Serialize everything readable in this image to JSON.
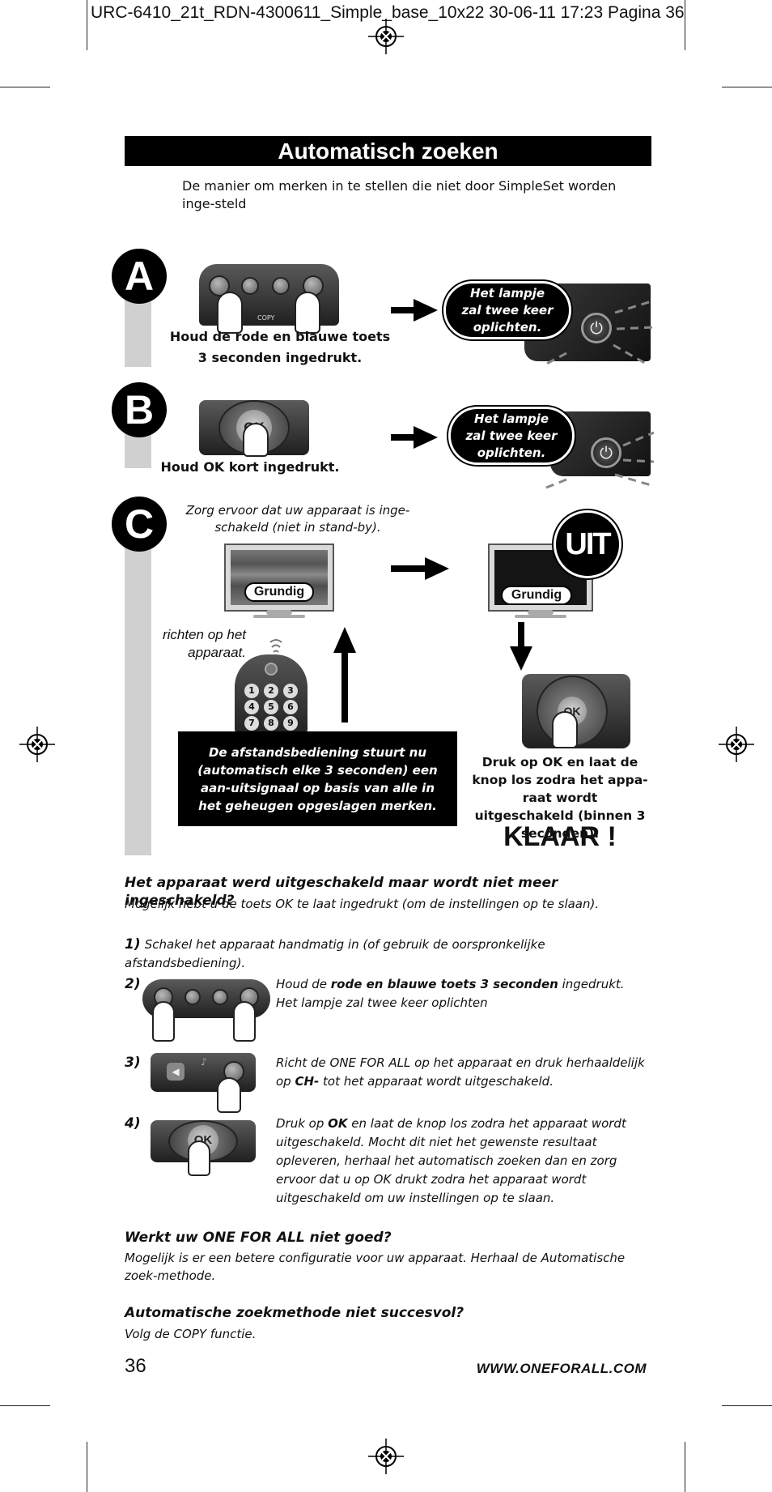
{
  "print_header": "URC-6410_21t_RDN-4300611_Simple_base_10x22  30-06-11  17:23  Pagina 36",
  "title": "Automatisch zoeken",
  "intro": "De manier om merken in te stellen die niet door SimpleSet worden inge-steld",
  "steps": {
    "a": {
      "letter": "A",
      "button_label": "COPY",
      "caption": "Houd de rode en blauwe toets 3 seconden ingedrukt.",
      "bubble": "Het lampje zal twee keer oplichten."
    },
    "b": {
      "letter": "B",
      "ok_label": "OK",
      "caption": "Houd OK kort ingedrukt.",
      "bubble": "Het lampje zal twee keer oplichten."
    },
    "c": {
      "letter": "C",
      "note": "Zorg ervoor dat uw apparaat is inge-schakeld (niet in stand-by).",
      "tv_brand": "Grundig",
      "uit": "UIT",
      "point_note": "richten op het apparaat.",
      "info_box": "De afstandsbediening stuurt nu (automatisch elke 3 seconden) een aan-uitsignaal op basis van alle in het geheugen opgeslagen merken.",
      "ok_label": "OK",
      "press_caption": "Druk op OK en laat de knop los zodra het appa-raat wordt uitgeschakeld (binnen 3 seconden).",
      "done": "KLAAR !",
      "keypad": [
        "1",
        "2",
        "3",
        "4",
        "5",
        "6",
        "7",
        "8",
        "9"
      ]
    }
  },
  "troubleshoot": {
    "heading": "Het apparaat werd uitgeschakeld maar wordt niet meer ingeschakeld?",
    "sub": "Mogelijk hebt u de toets OK te laat ingedrukt (om de instellingen op te slaan).",
    "items": [
      {
        "num": "1)",
        "text": "Schakel het apparaat handmatig in (of gebruik de oorspronkelijke afstandsbediening)."
      },
      {
        "num": "2)",
        "pre": "Houd de ",
        "bold": "rode en blauwe toets 3 seconden",
        "post": " ingedrukt.",
        "line2": "Het lampje zal twee keer oplichten"
      },
      {
        "num": "3)",
        "pre": "Richt de ONE FOR ALL op het apparaat en druk herhaaldelijk op ",
        "bold": "CH-",
        "post": " tot het apparaat wordt uitgeschakeld."
      },
      {
        "num": "4)",
        "pre": "Druk op ",
        "bold": "OK",
        "post": " en laat de knop los zodra het apparaat wordt uitgeschakeld. Mocht dit niet het gewenste resultaat opleveren, herhaal het automatisch zoeken dan en zorg ervoor dat u op OK drukt zodra het apparaat wordt uitgeschakeld om uw instellingen op te slaan."
      }
    ]
  },
  "faq": [
    {
      "heading": "Werkt uw ONE FOR ALL niet goed?",
      "text": "Mogelijk is er een betere configuratie voor uw apparaat. Herhaal de Automatische zoek-methode."
    },
    {
      "heading": "Automatische zoekmethode niet succesvol?",
      "text": "Volg de COPY functie."
    }
  ],
  "footer": {
    "page": "36",
    "url": "WWW.ONEFORALL.COM"
  }
}
